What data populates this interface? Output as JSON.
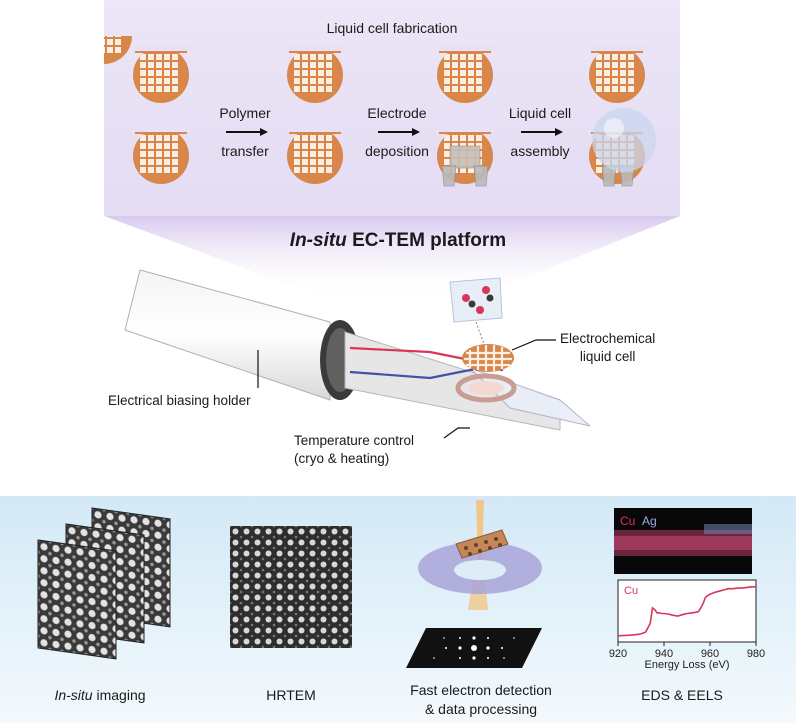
{
  "top": {
    "title": "Liquid cell fabrication",
    "step1": [
      "Polymer",
      "transfer"
    ],
    "step2": [
      "Electrode",
      "deposition"
    ],
    "step3": [
      "Liquid cell",
      "assembly"
    ]
  },
  "platform": {
    "title_italic": "In-situ",
    "title_rest": " EC-TEM platform"
  },
  "holder": {
    "biasing_label": "Electrical biasing holder",
    "cell_label": [
      "Electrochemical",
      "liquid cell"
    ],
    "temp_label": [
      "Temperature control",
      "(cryo & heating)"
    ]
  },
  "bottom": {
    "imaging_italic": "In-situ",
    "imaging_rest": " imaging",
    "hrtem": "HRTEM",
    "fast": [
      "Fast electron detection",
      "& data processing"
    ],
    "eds": "EDS & EELS"
  },
  "eds_map": {
    "el1": "Cu",
    "el2": "Ag"
  },
  "chart_data": {
    "type": "line",
    "title": "",
    "xlabel": "Energy Loss (eV)",
    "ylabel": "",
    "series_label": "Cu",
    "xlim": [
      920,
      980
    ],
    "xticks": [
      "920",
      "940",
      "960",
      "980"
    ],
    "x": [
      920,
      925,
      928,
      930,
      932,
      934,
      935,
      936,
      937,
      938,
      939,
      940,
      942,
      944,
      946,
      948,
      950,
      952,
      954,
      955,
      956,
      957,
      958,
      959,
      960,
      962,
      964,
      966,
      968,
      970,
      972,
      974,
      976,
      978,
      980
    ],
    "y": [
      0.1,
      0.11,
      0.12,
      0.13,
      0.16,
      0.3,
      0.55,
      0.52,
      0.47,
      0.47,
      0.46,
      0.46,
      0.45,
      0.43,
      0.42,
      0.44,
      0.46,
      0.47,
      0.48,
      0.49,
      0.55,
      0.62,
      0.72,
      0.75,
      0.77,
      0.8,
      0.82,
      0.84,
      0.86,
      0.86,
      0.87,
      0.87,
      0.88,
      0.89,
      0.89
    ]
  },
  "colors": {
    "grid_orange": "#d9864a",
    "top_bg": "#e8e1f5",
    "bottom_bg": "#dcedf8",
    "red_wire": "#d9355a",
    "blue_wire": "#4650a8",
    "cu_red": "#e0305a",
    "ag_blue": "#9aaee8"
  }
}
